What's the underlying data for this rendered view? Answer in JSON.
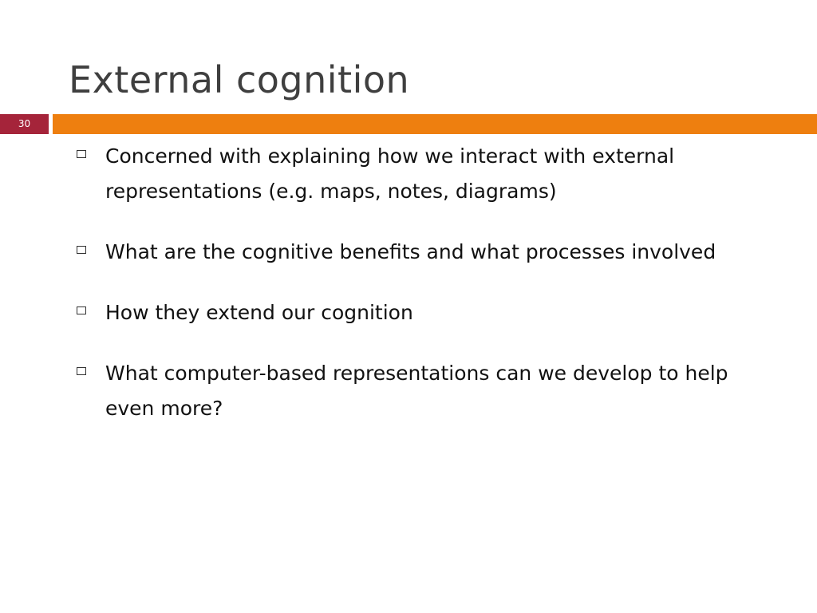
{
  "slide": {
    "title": "External cognition",
    "page_number": "30",
    "colors": {
      "title_text": "#3f3f3f",
      "page_number_bg": "#a5243a",
      "accent_bar": "#ee7f0f",
      "body_text": "#111111"
    },
    "bullet_marker_icon": "hollow-square-icon",
    "bullets": [
      {
        "text": "Concerned with explaining how we interact with external representations (e.g. maps, notes, diagrams)"
      },
      {
        "text": "What are the cognitive benefits and what processes involved"
      },
      {
        "text": "How they extend our cognition"
      },
      {
        "text": "What computer-based representations can we develop to help even more?"
      }
    ]
  }
}
